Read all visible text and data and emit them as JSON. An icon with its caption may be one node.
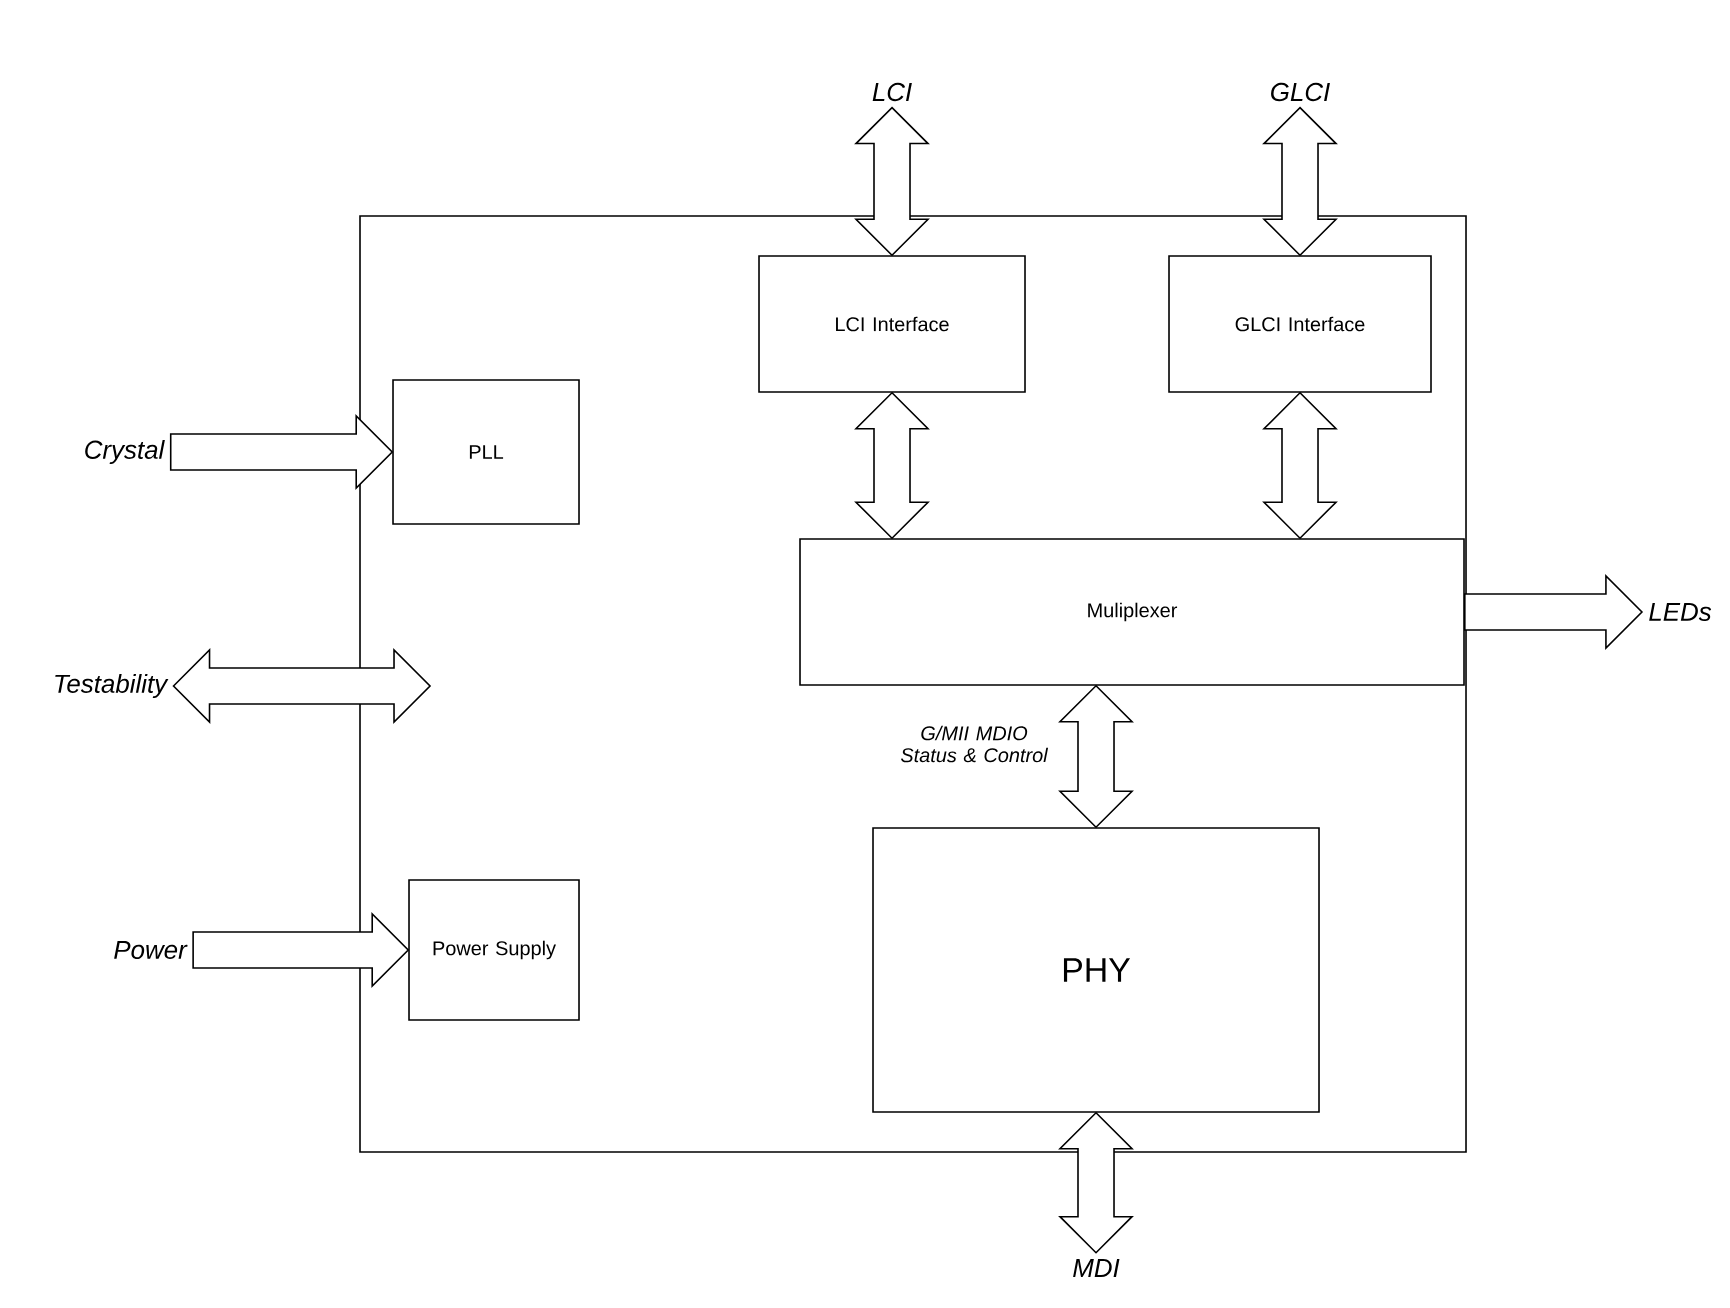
{
  "diagram": {
    "nodes": [
      {
        "text": [],
        "shape": "box"
      },
      {
        "text": [
          "LCI Interface"
        ],
        "in": 0
      },
      {
        "text": [
          "GLCI Interface"
        ],
        "in": 0
      },
      {
        "text": [
          "PLL"
        ],
        "in": 0
      },
      {
        "text": [
          "Muliplexer"
        ],
        "in": 0
      },
      {
        "text": [
          "Power Supply"
        ],
        "in": 0
      },
      {
        "text": [
          "PHY"
        ],
        "in": 0
      },
      {
        "text": [
          "LCI"
        ]
      },
      {
        "text": [
          "GLCI"
        ]
      },
      {
        "text": [
          "Crystal"
        ]
      },
      {
        "text": [
          "Testability"
        ]
      },
      {
        "text": [
          "Power"
        ]
      },
      {
        "text": [
          "LEDs"
        ]
      },
      {
        "text": [
          "MDI"
        ]
      }
    ],
    "edges": [
      {
        "from": 7,
        "to": 1,
        "arrow": "both"
      },
      {
        "from": 8,
        "to": 2,
        "arrow": "both"
      },
      {
        "from": 1,
        "to": 4,
        "arrow": "both"
      },
      {
        "from": 2,
        "to": 4,
        "arrow": "both"
      },
      {
        "from": 9,
        "to": 3,
        "arrow": "to"
      },
      {
        "from": 10,
        "to": null,
        "arrow": "both"
      },
      {
        "from": 11,
        "to": 5,
        "arrow": "to"
      },
      {
        "from": 4,
        "to": 12,
        "arrow": "to"
      },
      {
        "from": 4,
        "to": 6,
        "arrow": "both",
        "label": "G/MII MDIO Status & Control"
      },
      {
        "from": 6,
        "to": 13,
        "arrow": "both"
      }
    ]
  }
}
